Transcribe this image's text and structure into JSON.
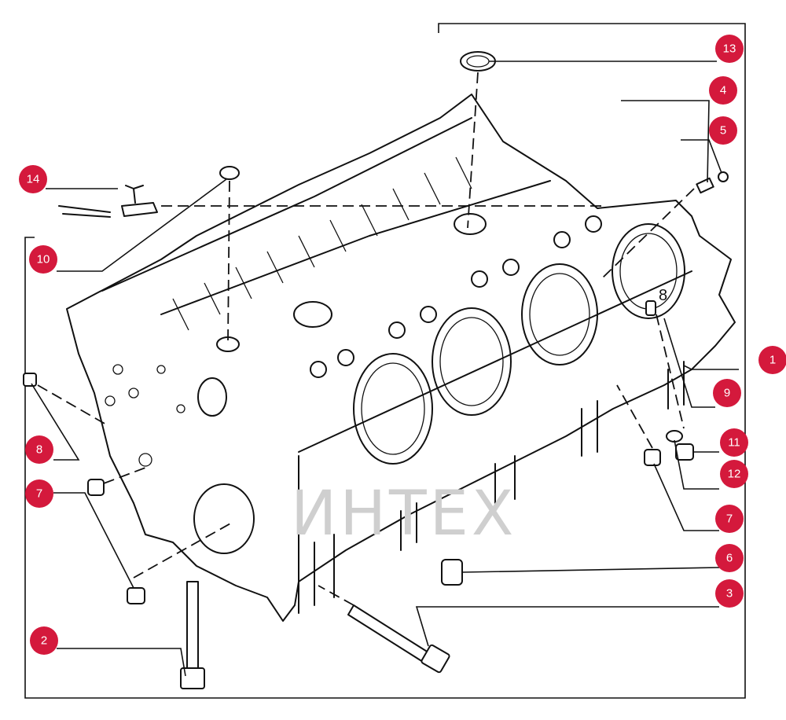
{
  "diagram": {
    "watermark": "ИНТЕХ",
    "casting_mark": "8",
    "callouts": [
      {
        "id": "c1",
        "label": "1"
      },
      {
        "id": "c2",
        "label": "2"
      },
      {
        "id": "c3",
        "label": "3"
      },
      {
        "id": "c4",
        "label": "4"
      },
      {
        "id": "c5",
        "label": "5"
      },
      {
        "id": "c6",
        "label": "6"
      },
      {
        "id": "c7a",
        "label": "7"
      },
      {
        "id": "c7b",
        "label": "7"
      },
      {
        "id": "c8",
        "label": "8"
      },
      {
        "id": "c9",
        "label": "9"
      },
      {
        "id": "c10",
        "label": "10"
      },
      {
        "id": "c11",
        "label": "11"
      },
      {
        "id": "c12",
        "label": "12"
      },
      {
        "id": "c13",
        "label": "13"
      },
      {
        "id": "c14",
        "label": "14"
      }
    ],
    "colors": {
      "callout": "#d4193c",
      "line": "#111111",
      "watermark_text": "#cfcfcf",
      "watermark_logo": "#f2b3b3"
    }
  }
}
